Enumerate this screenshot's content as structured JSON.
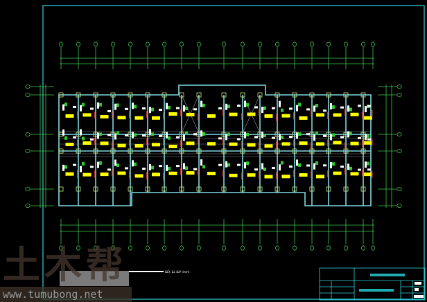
{
  "drawing": {
    "type": "structural floor plan (CAD)",
    "colors": {
      "background": "#000000",
      "frame": "#2fd6e0",
      "axis": "#3ec84a",
      "beam": "#7fd8e0",
      "annotation": "#ffff00"
    }
  },
  "watermark": {
    "logo": "土木帮",
    "url": "www.tumubong.net"
  },
  "notes": {
    "fragment": "ШЭ, Ш, ШУ (mm)"
  }
}
